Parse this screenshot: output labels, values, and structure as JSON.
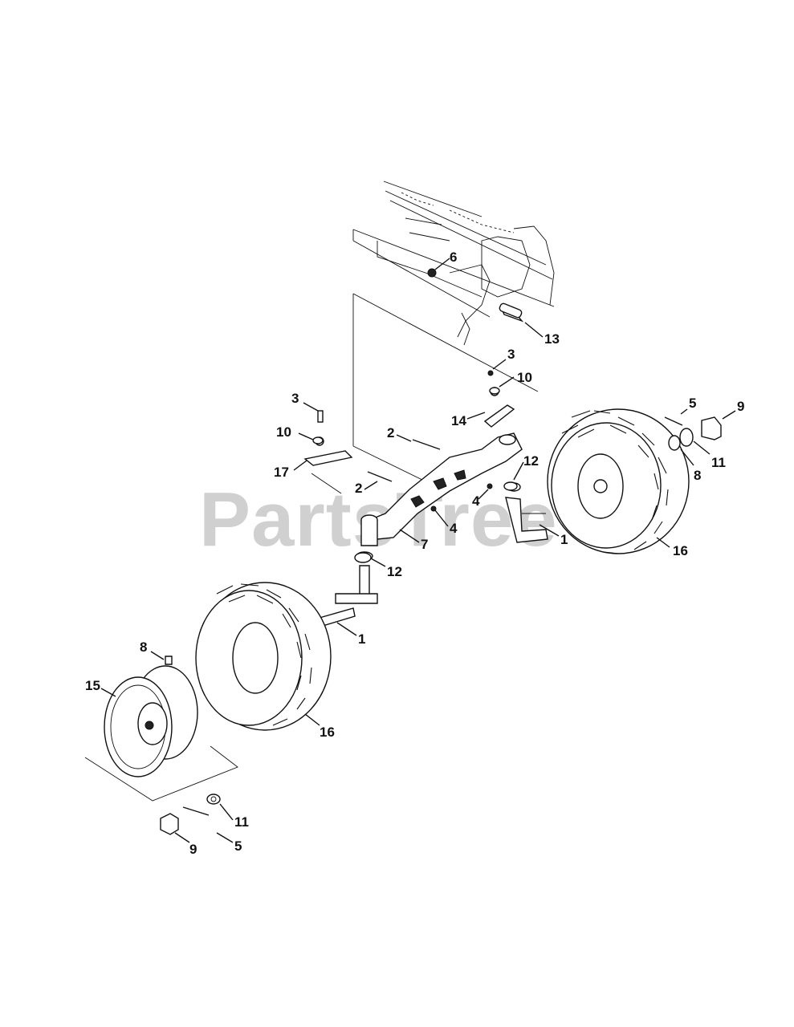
{
  "watermark": "PartsTree",
  "callouts": [
    {
      "id": "c6",
      "text": "6"
    },
    {
      "id": "c13",
      "text": "13"
    },
    {
      "id": "c3a",
      "text": "3"
    },
    {
      "id": "c10a",
      "text": "10"
    },
    {
      "id": "c14",
      "text": "14"
    },
    {
      "id": "c3b",
      "text": "3"
    },
    {
      "id": "c10b",
      "text": "10"
    },
    {
      "id": "c17",
      "text": "17"
    },
    {
      "id": "c2a",
      "text": "2"
    },
    {
      "id": "c2b",
      "text": "2"
    },
    {
      "id": "c12a",
      "text": "12"
    },
    {
      "id": "c4a",
      "text": "4"
    },
    {
      "id": "c4b",
      "text": "4"
    },
    {
      "id": "c7",
      "text": "7"
    },
    {
      "id": "c12b",
      "text": "12"
    },
    {
      "id": "c1a",
      "text": "1"
    },
    {
      "id": "c1b",
      "text": "1"
    },
    {
      "id": "c5a",
      "text": "5"
    },
    {
      "id": "c9a",
      "text": "9"
    },
    {
      "id": "c8a",
      "text": "8"
    },
    {
      "id": "c11a",
      "text": "11"
    },
    {
      "id": "c16a",
      "text": "16"
    },
    {
      "id": "c8b",
      "text": "8"
    },
    {
      "id": "c15",
      "text": "15"
    },
    {
      "id": "c16b",
      "text": "16"
    },
    {
      "id": "c11b",
      "text": "11"
    },
    {
      "id": "c9b",
      "text": "9"
    },
    {
      "id": "c5b",
      "text": "5"
    }
  ]
}
